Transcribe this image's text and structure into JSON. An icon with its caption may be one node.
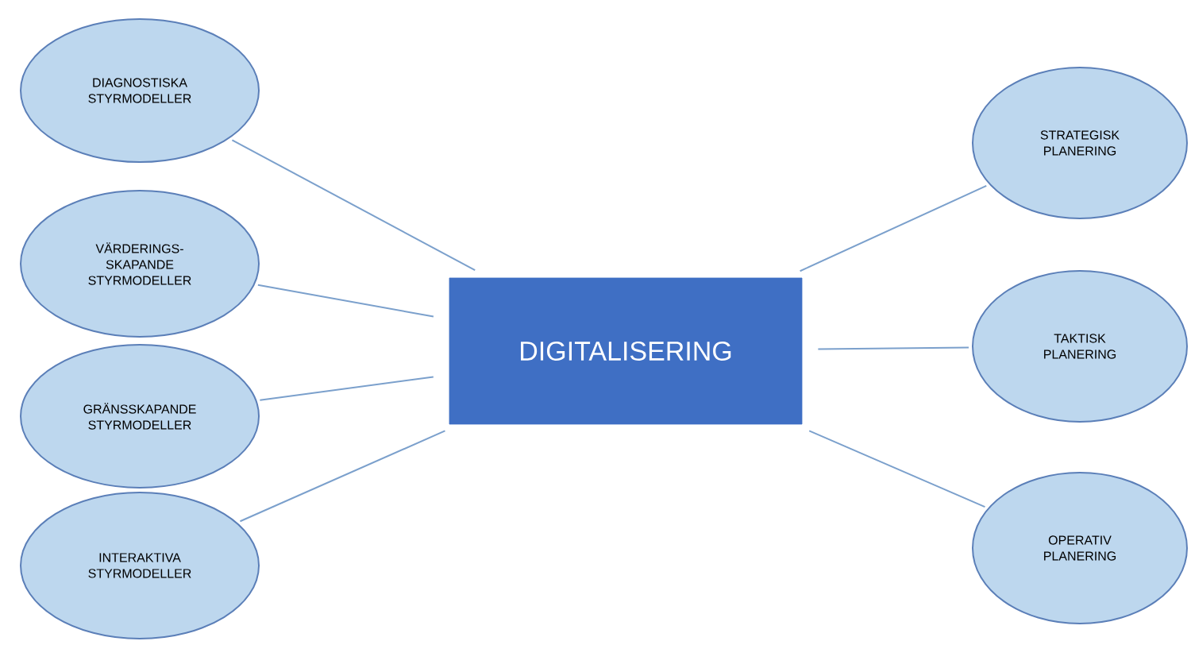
{
  "diagram": {
    "nodes": [
      {
        "text": [
          "DIAGNOSTISKA STYRMODELLER"
        ]
      },
      {
        "text": [
          "VÄRDERINGS- SKAPANDE STYRMODELLER"
        ]
      },
      {
        "text": [
          "GRÄNSSKAPANDE STYRMODELLER"
        ]
      },
      {
        "text": [
          "INTERAKTIVA STYRMODELLER"
        ]
      },
      {
        "text": [
          "DIGITALISERING"
        ]
      },
      {
        "text": [
          "STRATEGISK PLANERING"
        ]
      },
      {
        "text": [
          "TAKTISK PLANERING"
        ]
      },
      {
        "text": [
          "OPERATIV PLANERING"
        ]
      }
    ],
    "edges": [
      {
        "from": 0,
        "to": 4,
        "arrow": "none"
      },
      {
        "from": 1,
        "to": 4,
        "arrow": "none"
      },
      {
        "from": 2,
        "to": 4,
        "arrow": "none"
      },
      {
        "from": 3,
        "to": 4,
        "arrow": "none"
      },
      {
        "from": 4,
        "to": 5,
        "arrow": "none"
      },
      {
        "from": 4,
        "to": 6,
        "arrow": "none"
      },
      {
        "from": 4,
        "to": 7,
        "arrow": "none"
      }
    ]
  }
}
